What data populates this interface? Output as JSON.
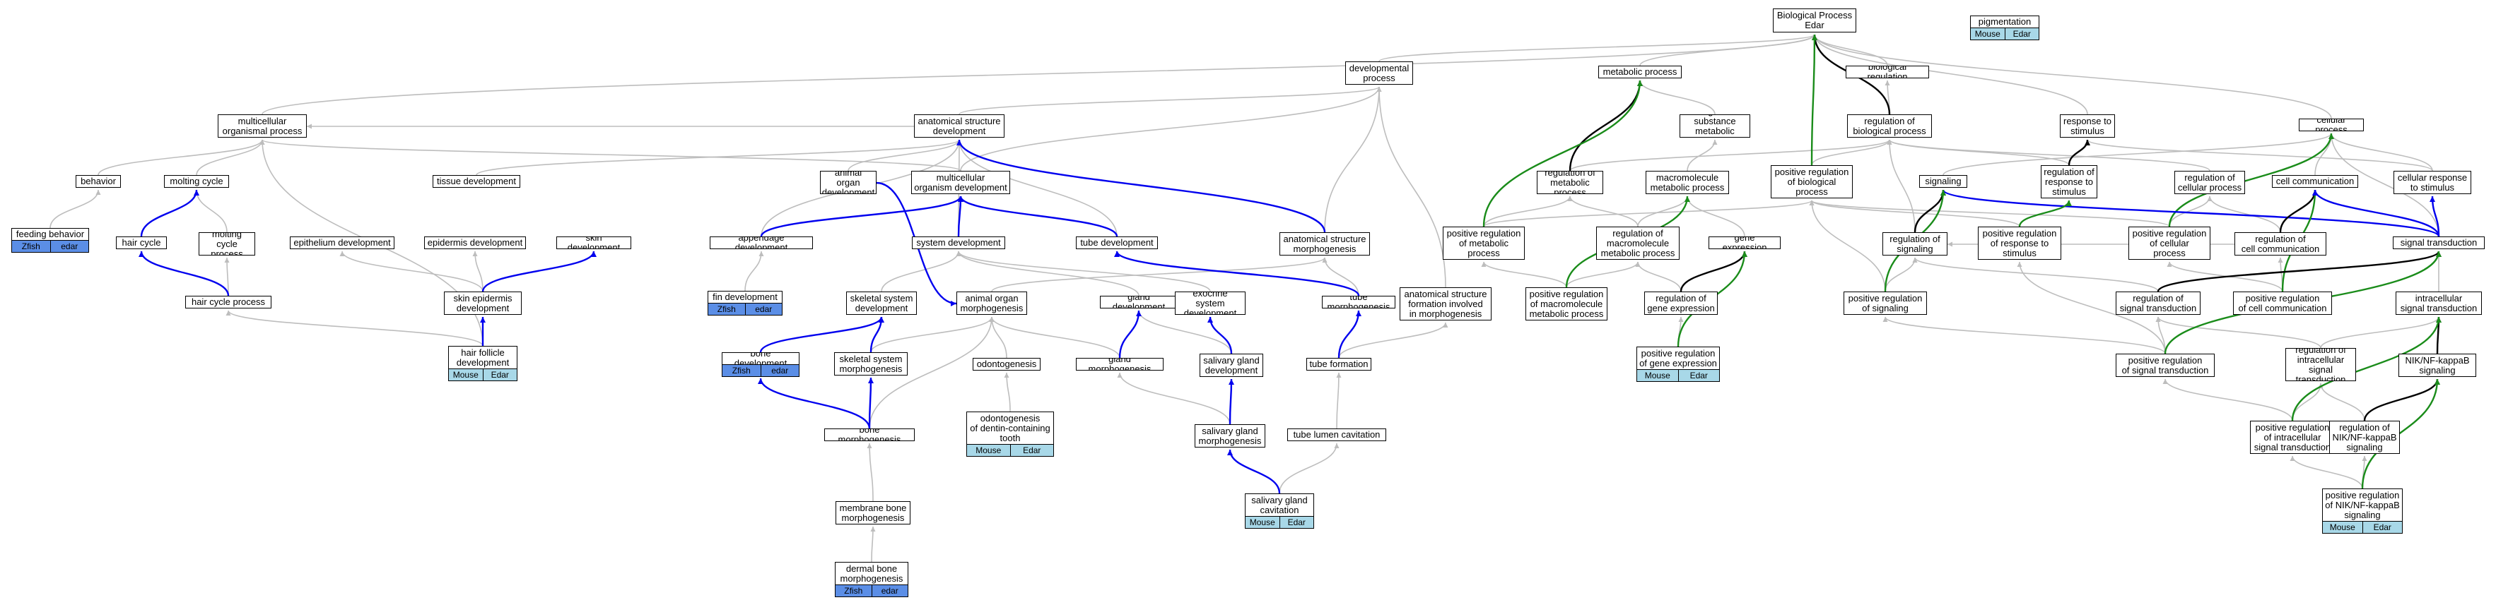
{
  "colors": {
    "node_border": "#000000",
    "node_fill": "#ffffff",
    "edge_default": "#bdbdbd",
    "edge_black": "#000000",
    "edge_blue": "#0000ee",
    "edge_green": "#1a8c1a",
    "tag_zfish": "#5b8ee6",
    "tag_mouse": "#a8d8e8"
  },
  "nodes": [
    {
      "id": "bp",
      "label": "Biological Process\nEdar"
    },
    {
      "id": "pigmentation",
      "label": "pigmentation",
      "tags": [
        {
          "text": "Mouse",
          "species": "mouse"
        },
        {
          "text": "Edar",
          "species": "mouse"
        }
      ]
    },
    {
      "id": "devproc",
      "label": "developmental\nprocess"
    },
    {
      "id": "metproc",
      "label": "metabolic process"
    },
    {
      "id": "bioreg",
      "label": "biological regulation"
    },
    {
      "id": "multorg",
      "label": "multicellular\norganismal process"
    },
    {
      "id": "anatdev",
      "label": "anatomical structure\ndevelopment"
    },
    {
      "id": "orgsubst",
      "label": "organic substance\nmetabolic process"
    },
    {
      "id": "regbp",
      "label": "regulation of\nbiological process"
    },
    {
      "id": "resp",
      "label": "response to\nstimulus"
    },
    {
      "id": "cellproc",
      "label": "cellular process"
    },
    {
      "id": "behavior",
      "label": "behavior"
    },
    {
      "id": "moltcyc",
      "label": "molting cycle"
    },
    {
      "id": "tissue",
      "label": "tissue development"
    },
    {
      "id": "animorg",
      "label": "animal organ\ndevelopment"
    },
    {
      "id": "multdev",
      "label": "multicellular\norganism development"
    },
    {
      "id": "regmet",
      "label": "regulation of\nmetabolic process"
    },
    {
      "id": "macromet",
      "label": "macromolecule\nmetabolic process"
    },
    {
      "id": "posregbp",
      "label": "positive regulation\nof biological\nprocess"
    },
    {
      "id": "signaling",
      "label": "signaling"
    },
    {
      "id": "regresp",
      "label": "regulation of\nresponse to\nstimulus"
    },
    {
      "id": "regcell",
      "label": "regulation of\ncellular process"
    },
    {
      "id": "cellcomm",
      "label": "cell communication"
    },
    {
      "id": "cellresp",
      "label": "cellular response\nto stimulus"
    },
    {
      "id": "feeding",
      "label": "feeding behavior",
      "tags": [
        {
          "text": "Zfish",
          "species": "zfish"
        },
        {
          "text": "edar",
          "species": "zfish"
        }
      ]
    },
    {
      "id": "haircyc",
      "label": "hair cycle"
    },
    {
      "id": "moltcycproc",
      "label": "molting cycle\nprocess"
    },
    {
      "id": "epith",
      "label": "epithelium development"
    },
    {
      "id": "epiderm",
      "label": "epidermis development"
    },
    {
      "id": "skin",
      "label": "skin development"
    },
    {
      "id": "append",
      "label": "appendage development"
    },
    {
      "id": "system",
      "label": "system development"
    },
    {
      "id": "tube",
      "label": "tube development"
    },
    {
      "id": "anatmorph",
      "label": "anatomical structure\nmorphogenesis"
    },
    {
      "id": "posregmet",
      "label": "positive regulation\nof metabolic\nprocess"
    },
    {
      "id": "regmacro",
      "label": "regulation of\nmacromolecule\nmetabolic process"
    },
    {
      "id": "geneexp",
      "label": "gene expression"
    },
    {
      "id": "regsig",
      "label": "regulation of\nsignaling"
    },
    {
      "id": "posregresp",
      "label": "positive regulation\nof response to\nstimulus"
    },
    {
      "id": "posregcell",
      "label": "positive regulation\nof cellular\nprocess"
    },
    {
      "id": "regcellcomm",
      "label": "regulation of\ncell communication"
    },
    {
      "id": "sigtrans",
      "label": "signal transduction"
    },
    {
      "id": "haircycproc",
      "label": "hair cycle process"
    },
    {
      "id": "skinepi",
      "label": "skin epidermis\ndevelopment"
    },
    {
      "id": "fin",
      "label": "fin development",
      "tags": [
        {
          "text": "Zfish",
          "species": "zfish"
        },
        {
          "text": "edar",
          "species": "zfish"
        }
      ]
    },
    {
      "id": "skelsys",
      "label": "skeletal system\ndevelopment"
    },
    {
      "id": "animmorph",
      "label": "animal organ\nmorphogenesis"
    },
    {
      "id": "gland",
      "label": "gland development"
    },
    {
      "id": "exocrine",
      "label": "exocrine system\ndevelopment"
    },
    {
      "id": "tubemorph",
      "label": "tube morphogenesis"
    },
    {
      "id": "anatform",
      "label": "anatomical structure\nformation involved\nin morphogenesis"
    },
    {
      "id": "posregmacro",
      "label": "positive regulation\nof macromolecule\nmetabolic process"
    },
    {
      "id": "reggene",
      "label": "regulation of\ngene expression"
    },
    {
      "id": "posregsig",
      "label": "positive regulation\nof signaling"
    },
    {
      "id": "regsigtrans",
      "label": "regulation of\nsignal transduction"
    },
    {
      "id": "posregcellcomm",
      "label": "positive regulation\nof cell communication"
    },
    {
      "id": "intrasig",
      "label": "intracellular\nsignal transduction"
    },
    {
      "id": "hairfol",
      "label": "hair follicle\ndevelopment",
      "tags": [
        {
          "text": "Mouse",
          "species": "mouse"
        },
        {
          "text": "Edar",
          "species": "mouse"
        }
      ]
    },
    {
      "id": "bone",
      "label": "bone development",
      "tags": [
        {
          "text": "Zfish",
          "species": "zfish"
        },
        {
          "text": "edar",
          "species": "zfish"
        }
      ]
    },
    {
      "id": "skelmorph",
      "label": "skeletal system\nmorphogenesis"
    },
    {
      "id": "odonto",
      "label": "odontogenesis"
    },
    {
      "id": "glandmorph",
      "label": "gland morphogenesis"
    },
    {
      "id": "salgland",
      "label": "salivary gland\ndevelopment"
    },
    {
      "id": "tubeform",
      "label": "tube formation"
    },
    {
      "id": "posreggene",
      "label": "positive regulation\nof gene expression",
      "tags": [
        {
          "text": "Mouse",
          "species": "mouse"
        },
        {
          "text": "Edar",
          "species": "mouse"
        }
      ]
    },
    {
      "id": "posregsigtrans",
      "label": "positive regulation\nof signal transduction"
    },
    {
      "id": "regintra",
      "label": "regulation of\nintracellular\nsignal transduction"
    },
    {
      "id": "nfkb",
      "label": "NIK/NF-kappaB\nsignaling"
    },
    {
      "id": "odontodentin",
      "label": "odontogenesis\nof dentin-containing\ntooth",
      "tags": [
        {
          "text": "Mouse",
          "species": "mouse"
        },
        {
          "text": "Edar",
          "species": "mouse"
        }
      ]
    },
    {
      "id": "bonemorph",
      "label": "bone morphogenesis"
    },
    {
      "id": "salmorph",
      "label": "salivary gland\nmorphogenesis"
    },
    {
      "id": "tubelumen",
      "label": "tube lumen cavitation"
    },
    {
      "id": "posregintra",
      "label": "positive regulation\nof intracellular\nsignal transduction"
    },
    {
      "id": "regnfkb",
      "label": "regulation of\nNIK/NF-kappaB\nsignaling"
    },
    {
      "id": "membrane",
      "label": "membrane bone\nmorphogenesis"
    },
    {
      "id": "salcav",
      "label": "salivary gland\ncavitation",
      "tags": [
        {
          "text": "Mouse",
          "species": "mouse"
        },
        {
          "text": "Edar",
          "species": "mouse"
        }
      ]
    },
    {
      "id": "posregnfkb",
      "label": "positive regulation\nof NIK/NF-kappaB\nsignaling",
      "tags": [
        {
          "text": "Mouse",
          "species": "mouse"
        },
        {
          "text": "Edar",
          "species": "mouse"
        }
      ]
    },
    {
      "id": "dermal",
      "label": "dermal bone\nmorphogenesis",
      "tags": [
        {
          "text": "Zfish",
          "species": "zfish"
        },
        {
          "text": "edar",
          "species": "zfish"
        }
      ]
    }
  ],
  "edges": [
    [
      "devproc",
      "bp",
      "gray"
    ],
    [
      "metproc",
      "bp",
      "gray"
    ],
    [
      "bioreg",
      "bp",
      "gray"
    ],
    [
      "multorg",
      "bp",
      "gray"
    ],
    [
      "regbp",
      "bp",
      "black"
    ],
    [
      "resp",
      "bp",
      "gray"
    ],
    [
      "cellproc",
      "bp",
      "gray"
    ],
    [
      "posregbp",
      "bp",
      "green"
    ],
    [
      "anatdev",
      "devproc",
      "gray"
    ],
    [
      "multdev",
      "devproc",
      "gray"
    ],
    [
      "anatmorph",
      "devproc",
      "gray"
    ],
    [
      "anatform",
      "devproc",
      "gray"
    ],
    [
      "orgsubst",
      "metproc",
      "gray"
    ],
    [
      "regmet",
      "metproc",
      "black"
    ],
    [
      "posregmet",
      "metproc",
      "green"
    ],
    [
      "regbp",
      "bioreg",
      "gray"
    ],
    [
      "behavior",
      "multorg",
      "gray"
    ],
    [
      "moltcyc",
      "multorg",
      "gray"
    ],
    [
      "multdev",
      "multorg",
      "gray"
    ],
    [
      "hairfol",
      "multorg",
      "gray"
    ],
    [
      "anatdev",
      "multorg",
      "gray"
    ],
    [
      "animorg",
      "anatdev",
      "gray"
    ],
    [
      "tissue",
      "anatdev",
      "gray"
    ],
    [
      "system",
      "anatdev",
      "gray"
    ],
    [
      "tube",
      "anatdev",
      "gray"
    ],
    [
      "append",
      "anatdev",
      "gray"
    ],
    [
      "anatmorph",
      "anatdev",
      "blue"
    ],
    [
      "macromet",
      "orgsubst",
      "gray"
    ],
    [
      "regmet",
      "regbp",
      "gray"
    ],
    [
      "posregbp",
      "regbp",
      "gray"
    ],
    [
      "regsig",
      "regbp",
      "gray"
    ],
    [
      "regresp",
      "regbp",
      "gray"
    ],
    [
      "regcell",
      "regbp",
      "gray"
    ],
    [
      "regresp",
      "resp",
      "black"
    ],
    [
      "cellresp",
      "resp",
      "gray"
    ],
    [
      "signaling",
      "cellproc",
      "gray"
    ],
    [
      "cellcomm",
      "cellproc",
      "gray"
    ],
    [
      "cellresp",
      "cellproc",
      "gray"
    ],
    [
      "posregcell",
      "cellproc",
      "green"
    ],
    [
      "sigtrans",
      "cellproc",
      "gray"
    ],
    [
      "feeding",
      "behavior",
      "gray"
    ],
    [
      "haircyc",
      "moltcyc",
      "blue"
    ],
    [
      "moltcycproc",
      "moltcyc",
      "gray"
    ],
    [
      "multdev",
      "multdev",
      "none"
    ],
    [
      "system",
      "multdev",
      "blue"
    ],
    [
      "tube",
      "multdev",
      "blue"
    ],
    [
      "append",
      "multdev",
      "blue"
    ],
    [
      "animorg",
      "animorg",
      "none"
    ],
    [
      "regmacro",
      "regmet",
      "gray"
    ],
    [
      "posregmet",
      "regmet",
      "gray"
    ],
    [
      "geneexp",
      "macromet",
      "gray"
    ],
    [
      "regmacro",
      "macromet",
      "gray"
    ],
    [
      "posregmacro",
      "macromet",
      "green"
    ],
    [
      "posregmet",
      "posregbp",
      "gray"
    ],
    [
      "posregsig",
      "posregbp",
      "gray"
    ],
    [
      "posregresp",
      "posregbp",
      "gray"
    ],
    [
      "posregcell",
      "posregbp",
      "gray"
    ],
    [
      "sigtrans",
      "signaling",
      "blue"
    ],
    [
      "regsig",
      "signaling",
      "black"
    ],
    [
      "posregsig",
      "signaling",
      "green"
    ],
    [
      "posregresp",
      "regresp",
      "green"
    ],
    [
      "regcellcomm",
      "regcell",
      "gray"
    ],
    [
      "posregcell",
      "regcell",
      "gray"
    ],
    [
      "regcellcomm",
      "cellcomm",
      "black"
    ],
    [
      "posregcellcomm",
      "cellcomm",
      "green"
    ],
    [
      "sigtrans",
      "cellcomm",
      "blue"
    ],
    [
      "sigtrans",
      "cellresp",
      "blue"
    ],
    [
      "haircycproc",
      "haircyc",
      "blue"
    ],
    [
      "haircycproc",
      "moltcycproc",
      "gray"
    ],
    [
      "skinepi",
      "epith",
      "gray"
    ],
    [
      "skinepi",
      "epiderm",
      "gray"
    ],
    [
      "skinepi",
      "skin",
      "blue"
    ],
    [
      "fin",
      "append",
      "gray"
    ],
    [
      "skelsys",
      "system",
      "gray"
    ],
    [
      "gland",
      "system",
      "gray"
    ],
    [
      "exocrine",
      "system",
      "gray"
    ],
    [
      "tubemorph",
      "tube",
      "blue"
    ],
    [
      "animmorph",
      "anatmorph",
      "gray"
    ],
    [
      "tubemorph",
      "anatmorph",
      "gray"
    ],
    [
      "posregmacro",
      "posregmet",
      "gray"
    ],
    [
      "posregmacro",
      "regmacro",
      "gray"
    ],
    [
      "reggene",
      "regmacro",
      "gray"
    ],
    [
      "reggene",
      "geneexp",
      "black"
    ],
    [
      "posreggene",
      "geneexp",
      "green"
    ],
    [
      "posregsig",
      "regsig",
      "gray"
    ],
    [
      "regsigtrans",
      "regsig",
      "gray"
    ],
    [
      "regcellcomm",
      "regsig",
      "gray"
    ],
    [
      "posregsigtrans",
      "posregresp",
      "gray"
    ],
    [
      "posregcellcomm",
      "posregcell",
      "gray"
    ],
    [
      "intrasig",
      "sigtrans",
      "gray"
    ],
    [
      "regsigtrans",
      "sigtrans",
      "black"
    ],
    [
      "posregsigtrans",
      "sigtrans",
      "green"
    ],
    [
      "hairfol",
      "haircycproc",
      "gray"
    ],
    [
      "hairfol",
      "skinepi",
      "blue"
    ],
    [
      "bone",
      "skelsys",
      "blue"
    ],
    [
      "skelmorph",
      "skelsys",
      "blue"
    ],
    [
      "bonemorph",
      "animmorph",
      "gray"
    ],
    [
      "skelmorph",
      "animmorph",
      "gray"
    ],
    [
      "odonto",
      "animmorph",
      "gray"
    ],
    [
      "glandmorph",
      "animmorph",
      "gray"
    ],
    [
      "glandmorph",
      "gland",
      "blue"
    ],
    [
      "salgland",
      "gland",
      "gray"
    ],
    [
      "salgland",
      "exocrine",
      "blue"
    ],
    [
      "tubeform",
      "tubemorph",
      "blue"
    ],
    [
      "tubeform",
      "anatform",
      "gray"
    ],
    [
      "posreggene",
      "reggene",
      "gray"
    ],
    [
      "posregsigtrans",
      "regsigtrans",
      "gray"
    ],
    [
      "posregcellcomm",
      "regcellcomm",
      "gray"
    ],
    [
      "posregsigtrans",
      "posregsig",
      "gray"
    ],
    [
      "regintra",
      "intrasig",
      "gray"
    ],
    [
      "nfkb",
      "intrasig",
      "black"
    ],
    [
      "regintra",
      "regsigtrans",
      "gray"
    ],
    [
      "posregintra",
      "posregsigtrans",
      "gray"
    ],
    [
      "bonemorph",
      "bone",
      "blue"
    ],
    [
      "bonemorph",
      "skelmorph",
      "blue"
    ],
    [
      "odontodentin",
      "odonto",
      "gray"
    ],
    [
      "salmorph",
      "glandmorph",
      "gray"
    ],
    [
      "salmorph",
      "salgland",
      "blue"
    ],
    [
      "tubelumen",
      "tubeform",
      "gray"
    ],
    [
      "posregintra",
      "regintra",
      "gray"
    ],
    [
      "posregintra",
      "intrasig",
      "green"
    ],
    [
      "regnfkb",
      "regintra",
      "gray"
    ],
    [
      "regnfkb",
      "nfkb",
      "black"
    ],
    [
      "membrane",
      "bonemorph",
      "gray"
    ],
    [
      "salcav",
      "salmorph",
      "blue"
    ],
    [
      "salcav",
      "tubelumen",
      "gray"
    ],
    [
      "posregnfkb",
      "posregintra",
      "gray"
    ],
    [
      "posregnfkb",
      "regnfkb",
      "gray"
    ],
    [
      "posregnfkb",
      "nfkb",
      "green"
    ],
    [
      "dermal",
      "membrane",
      "gray"
    ],
    [
      "animorg",
      "animmorph",
      "blue"
    ]
  ]
}
